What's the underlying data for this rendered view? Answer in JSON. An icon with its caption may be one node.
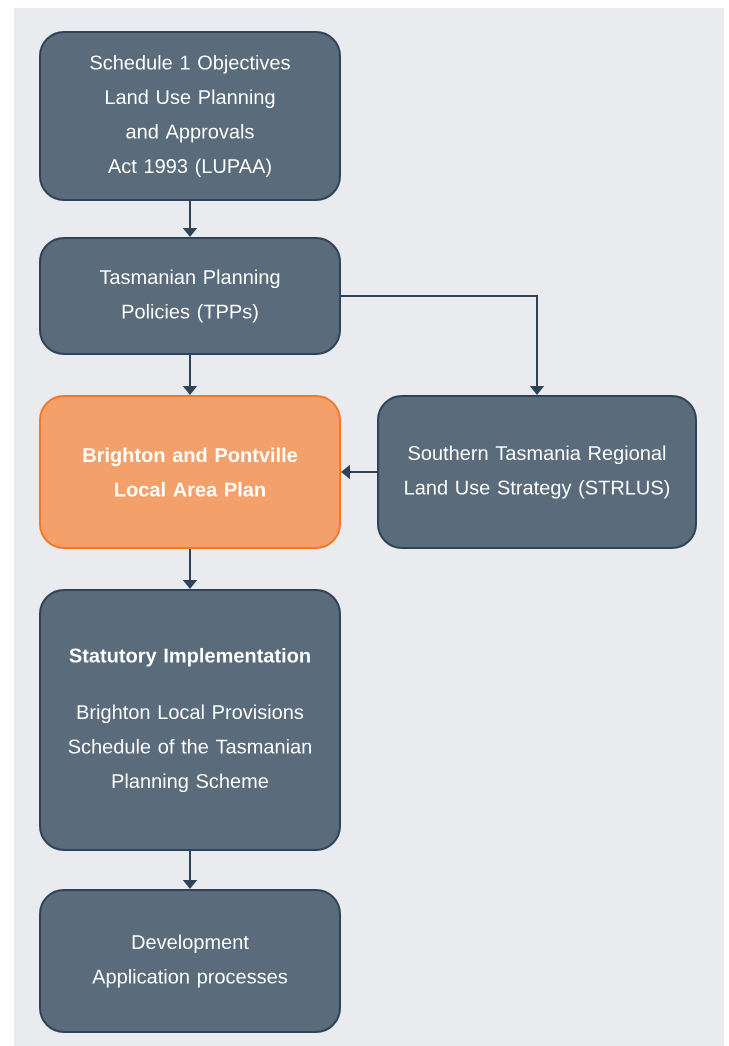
{
  "diagram": {
    "nodes": [
      {
        "text": [
          "Schedule 1 Objectives Land Use Planning and Approvals Act 1993 (LUPAA)"
        ]
      },
      {
        "text": [
          "Tasmanian Planning Policies (TPPs)"
        ]
      },
      {
        "text": [
          "Brighton and Pontville Local Area Plan"
        ]
      },
      {
        "text": [
          "Southern Tasmania Regional Land Use Strategy (STRLUS)"
        ]
      },
      {
        "text": [
          "Statutory Implementation",
          "Brighton Local Provisions Schedule of the Tasmanian Planning Scheme"
        ]
      },
      {
        "text": [
          "Development Application processes"
        ]
      }
    ],
    "edges": [
      {
        "from": 0,
        "to": 1,
        "arrow": "to"
      },
      {
        "from": 1,
        "to": 2,
        "arrow": "to"
      },
      {
        "from": 1,
        "to": 3,
        "arrow": "to"
      },
      {
        "from": 3,
        "to": 2,
        "arrow": "to"
      },
      {
        "from": 2,
        "to": 4,
        "arrow": "to"
      },
      {
        "from": 4,
        "to": 5,
        "arrow": "to"
      }
    ]
  }
}
